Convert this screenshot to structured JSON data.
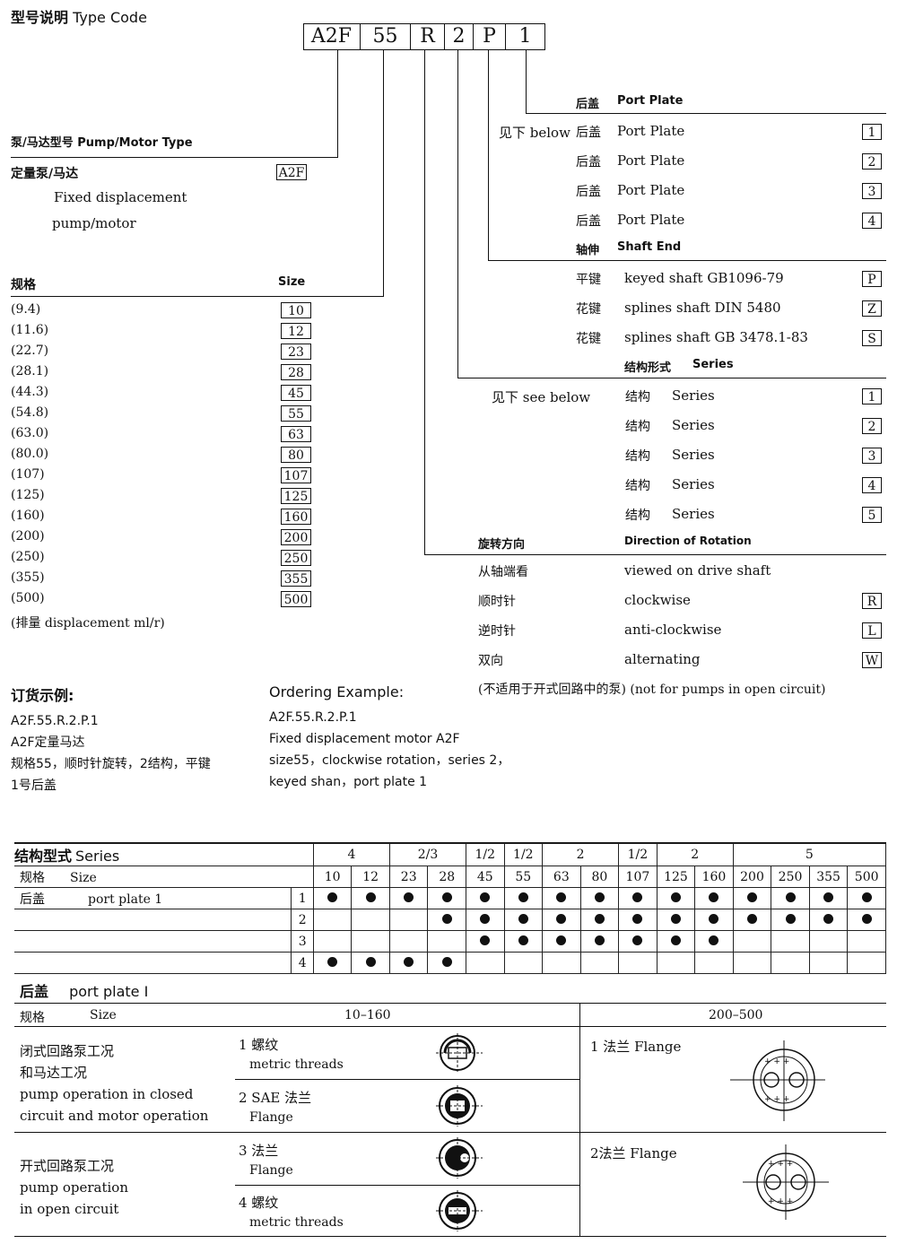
{
  "header": {
    "title": "型号说明",
    "title_en": "Type Code"
  },
  "code": [
    "A2F",
    "55",
    "R",
    "2",
    "P",
    "1"
  ],
  "left": {
    "pump_type_label": "泵/马达型号 Pump/Motor Type",
    "fixed_label": "定量泵/马达",
    "fixed_code": "A2F",
    "fixed_en1": "Fixed displacement",
    "fixed_en2": "pump/motor",
    "size_label": "规格",
    "size_label_en": "Size",
    "sizes": [
      {
        "disp": "(9.4)",
        "code": "10"
      },
      {
        "disp": "(11.6)",
        "code": "12"
      },
      {
        "disp": "(22.7)",
        "code": "23"
      },
      {
        "disp": "(28.1)",
        "code": "28"
      },
      {
        "disp": "(44.3)",
        "code": "45"
      },
      {
        "disp": "(54.8)",
        "code": "55"
      },
      {
        "disp": "(63.0)",
        "code": "63"
      },
      {
        "disp": "(80.0)",
        "code": "80"
      },
      {
        "disp": "(107)",
        "code": "107"
      },
      {
        "disp": "(125)",
        "code": "125"
      },
      {
        "disp": "(160)",
        "code": "160"
      },
      {
        "disp": "(200)",
        "code": "200"
      },
      {
        "disp": "(250)",
        "code": "250"
      },
      {
        "disp": "(355)",
        "code": "355"
      },
      {
        "disp": "(500)",
        "code": "500"
      }
    ],
    "disp_note": "(排量 displacement ml/r)"
  },
  "right": {
    "port_plate_header_cn": "后盖",
    "port_plate_header_en": "Port Plate",
    "see_below": "见下 below",
    "port_plates": [
      {
        "cn": "后盖",
        "en": "Port Plate",
        "code": "1"
      },
      {
        "cn": "后盖",
        "en": "Port Plate",
        "code": "2"
      },
      {
        "cn": "后盖",
        "en": "Port Plate",
        "code": "3"
      },
      {
        "cn": "后盖",
        "en": "Port Plate",
        "code": "4"
      }
    ],
    "shaft_header_cn": "轴伸",
    "shaft_header_en": "Shaft End",
    "shafts": [
      {
        "cn": "平键",
        "en": "keyed shaft GB1096-79",
        "code": "P"
      },
      {
        "cn": "花键",
        "en": "splines shaft DIN 5480",
        "code": "Z"
      },
      {
        "cn": "花键",
        "en": "splines shaft GB 3478.1-83",
        "code": "S"
      }
    ],
    "series_header_cn": "结构形式",
    "series_header_en": "Series",
    "series_see_below": "见下 see below",
    "series": [
      {
        "cn": "结构",
        "en": "Series",
        "code": "1"
      },
      {
        "cn": "结构",
        "en": "Series",
        "code": "2"
      },
      {
        "cn": "结构",
        "en": "Series",
        "code": "3"
      },
      {
        "cn": "结构",
        "en": "Series",
        "code": "4"
      },
      {
        "cn": "结构",
        "en": "Series",
        "code": "5"
      }
    ],
    "rotation_header_cn": "旋转方向",
    "rotation_header_en": "Direction of Rotation",
    "rotation_view_cn": "从轴端看",
    "rotation_view_en": "viewed on drive shaft",
    "rotations": [
      {
        "cn": "顺时针",
        "en": "clockwise",
        "code": "R"
      },
      {
        "cn": "逆时针",
        "en": "anti-clockwise",
        "code": "L"
      },
      {
        "cn": "双向",
        "en": "alternating",
        "code": "W"
      }
    ],
    "rotation_note": "(不适用于开式回路中的泵) (not for pumps in open circuit)"
  },
  "ordering": {
    "title_cn": "订货示例:",
    "lines_cn": [
      "A2F.55.R.2.P.1",
      "A2F定量马达",
      "规格55，顺时针旋转，2结构，平键",
      "1号后盖"
    ],
    "title_en": "Ordering Example:",
    "lines_en": [
      "A2F.55.R.2.P.1",
      "Fixed displacement motor A2F",
      "size55，clockwise rotation，series 2，",
      "keyed shan，port plate 1"
    ]
  },
  "series_table": {
    "title_cn": "结构型式",
    "title_en": "Series",
    "size_cn": "规格",
    "size_en": "Size",
    "plate_cn": "后盖",
    "plate_en": "port plate 1",
    "groups": [
      {
        "label": "4",
        "span": 2
      },
      {
        "label": "2/3",
        "span": 2
      },
      {
        "label": "1/2",
        "span": 1
      },
      {
        "label": "1/2",
        "span": 1
      },
      {
        "label": "2",
        "span": 2
      },
      {
        "label": "1/2",
        "span": 1
      },
      {
        "label": "2",
        "span": 2
      },
      {
        "label": "5",
        "span": 4
      }
    ],
    "sizes": [
      "10",
      "12",
      "23",
      "28",
      "45",
      "55",
      "63",
      "80",
      "107",
      "125",
      "160",
      "200",
      "250",
      "355",
      "500"
    ],
    "rows": [
      {
        "plate": "1",
        "dots": [
          1,
          1,
          1,
          1,
          1,
          1,
          1,
          1,
          1,
          1,
          1,
          1,
          1,
          1,
          1
        ]
      },
      {
        "plate": "2",
        "dots": [
          0,
          0,
          0,
          1,
          1,
          1,
          1,
          1,
          1,
          1,
          1,
          1,
          1,
          1,
          1
        ]
      },
      {
        "plate": "3",
        "dots": [
          0,
          0,
          0,
          0,
          1,
          1,
          1,
          1,
          1,
          1,
          1,
          0,
          0,
          0,
          0
        ]
      },
      {
        "plate": "4",
        "dots": [
          1,
          1,
          1,
          1,
          0,
          0,
          0,
          0,
          0,
          0,
          0,
          0,
          0,
          0,
          0
        ]
      }
    ]
  },
  "port_plate_section": {
    "title_cn": "后盖",
    "title_en": "port plate I",
    "size_cn": "规格",
    "size_en": "Size",
    "range_small": "10–160",
    "range_large": "200–500",
    "closed_cn1": "闭式回路泵工况",
    "closed_cn2": "和马达工况",
    "closed_en1": "pump operation in closed",
    "closed_en2": "circuit and motor operation",
    "open_cn": "开式回路泵工况",
    "open_en1": "pump operation",
    "open_en2": "in open circuit",
    "item1_cn": "1 螺纹",
    "item1_en": "metric threads",
    "item2_cn": "2 SAE 法兰",
    "item2_en": "Flange",
    "item3_cn": "3 法兰",
    "item3_en": "Flange",
    "item4_cn": "4 螺纹",
    "item4_en": "metric threads",
    "large1": "1 法兰 Flange",
    "large2": "2法兰 Flange"
  }
}
